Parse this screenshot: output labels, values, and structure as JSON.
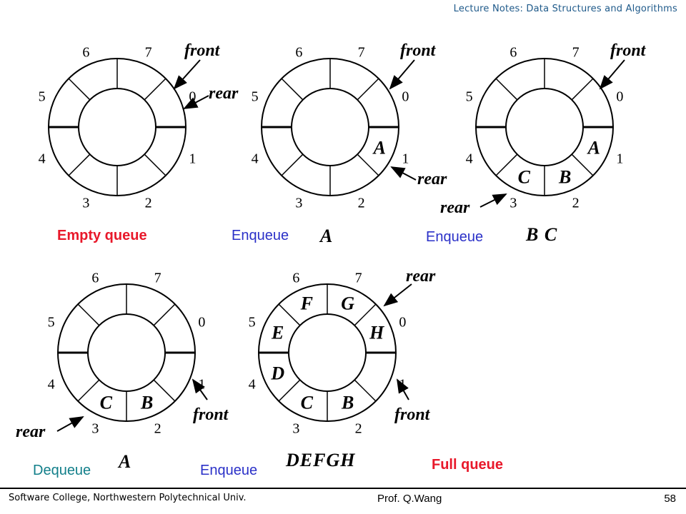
{
  "header": {
    "title": "Lecture Notes: Data Structures and Algorithms"
  },
  "footer": {
    "left": "Software College, Northwestern Polytechnical Univ.",
    "center": "Prof. Q.Wang",
    "page": "58"
  },
  "slot_numbers": [
    "0",
    "1",
    "2",
    "3",
    "4",
    "5",
    "6",
    "7"
  ],
  "queues": [
    {
      "id": "q1",
      "elements": {},
      "pointer_labels": [
        "front",
        "rear"
      ],
      "caption": "Empty queue",
      "op_letters": ""
    },
    {
      "id": "q2",
      "elements": {
        "1": "A"
      },
      "pointer_labels": [
        "front",
        "rear"
      ],
      "caption": "Enqueue",
      "op_letters": "A"
    },
    {
      "id": "q3",
      "elements": {
        "1": "A",
        "2": "B",
        "3": "C"
      },
      "pointer_labels": [
        "front",
        "rear"
      ],
      "caption": "Enqueue",
      "op_letters": "B C"
    },
    {
      "id": "q4",
      "elements": {
        "2": "B",
        "3": "C"
      },
      "pointer_labels": [
        "front",
        "rear"
      ],
      "caption": "Dequeue",
      "op_letters": "A"
    },
    {
      "id": "q5",
      "elements": {
        "2": "B",
        "3": "C",
        "4": "D",
        "5": "E",
        "6": "F",
        "7": "G",
        "0": "H"
      },
      "pointer_labels": [
        "rear",
        "front"
      ],
      "caption": "Enqueue",
      "op_letters": "DEFGH"
    }
  ],
  "full_label": "Full queue",
  "colors": {
    "empty_caption": "#e8182a",
    "enqueue_caption": "#2b31c8",
    "dequeue_caption": "#127f8a",
    "header": "#1f5a8a"
  }
}
